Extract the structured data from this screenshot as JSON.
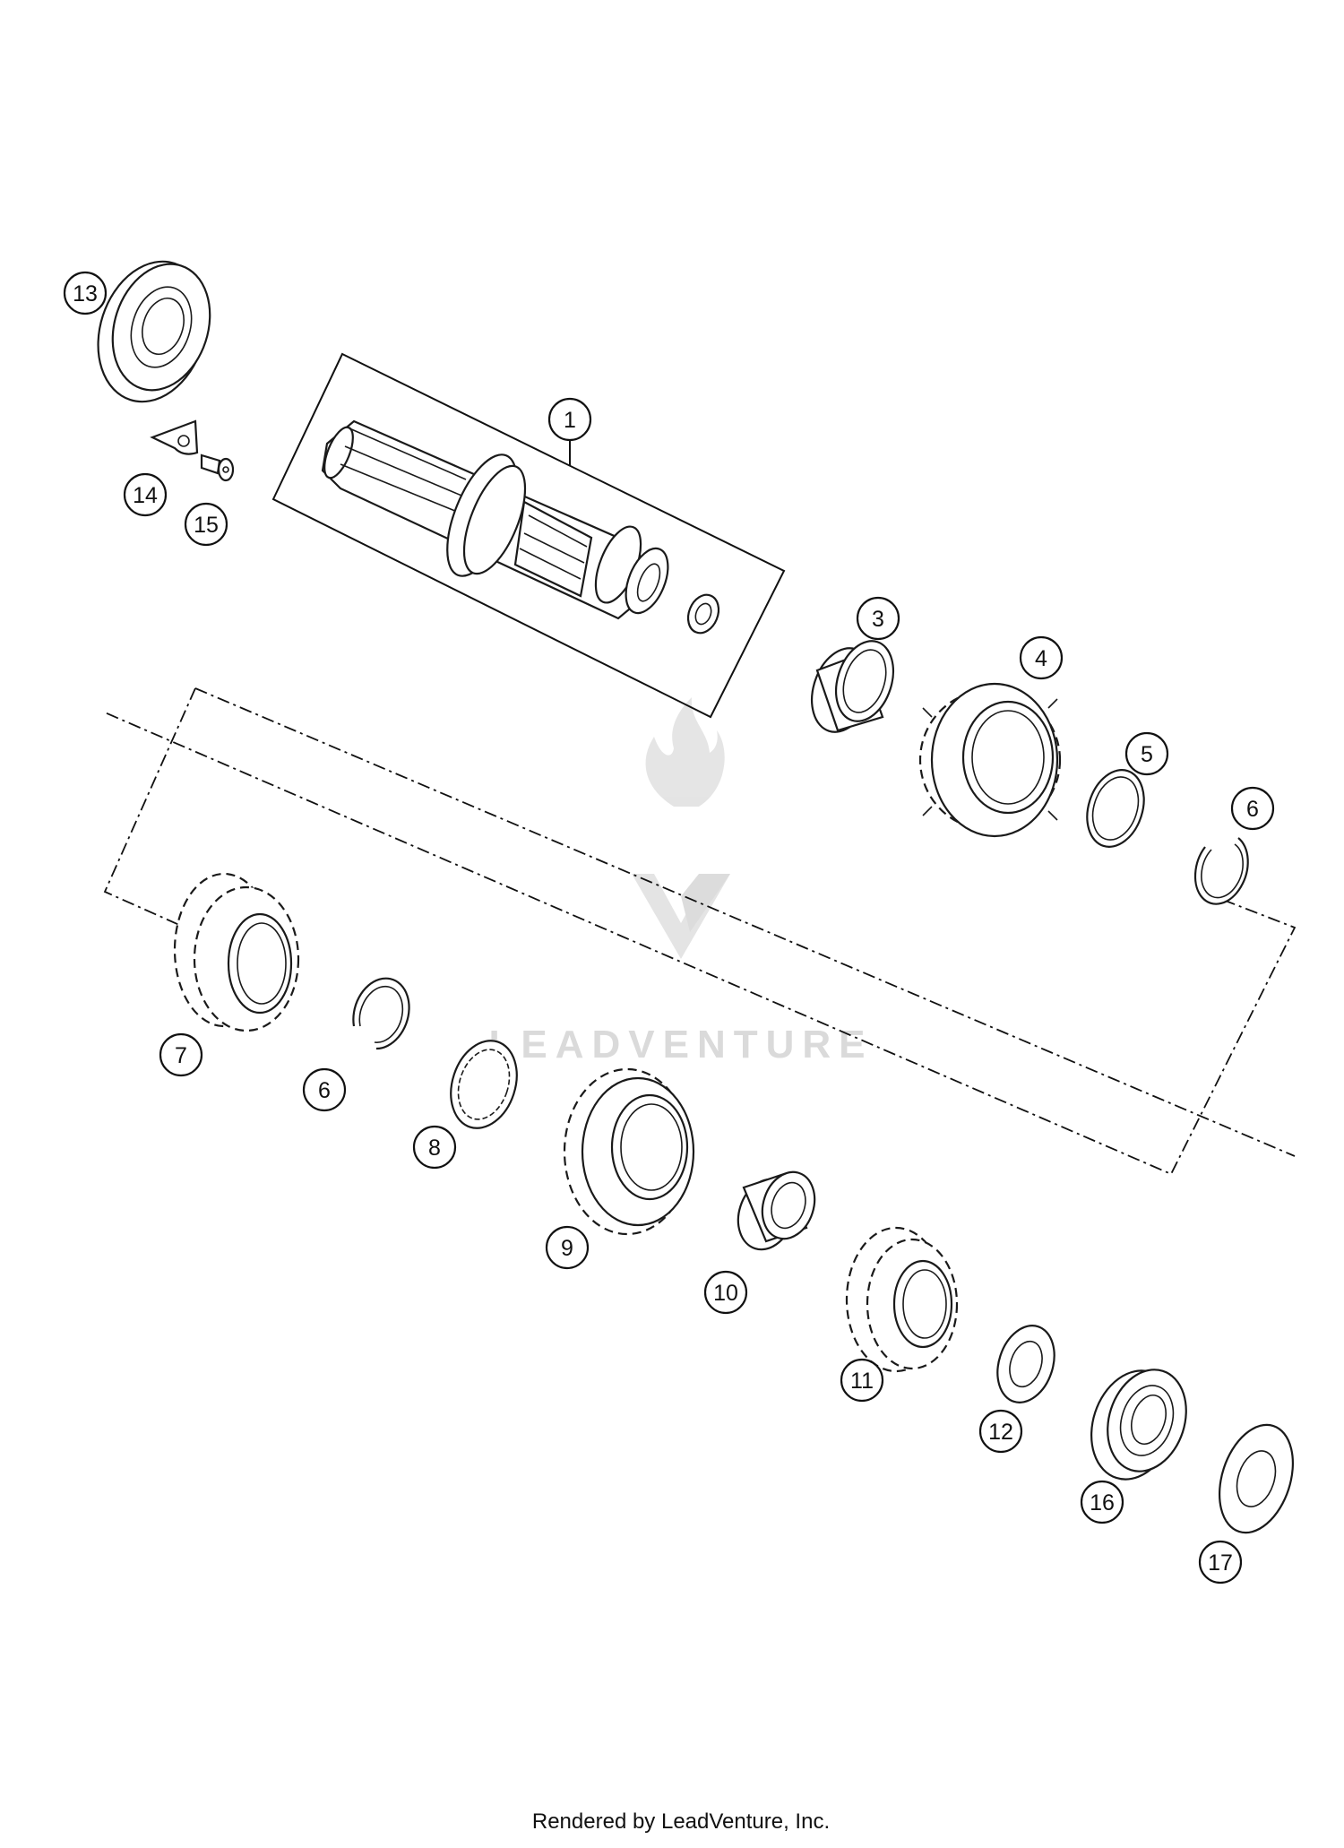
{
  "callouts": [
    {
      "id": "c1",
      "label": "1"
    },
    {
      "id": "c3",
      "label": "3"
    },
    {
      "id": "c4",
      "label": "4"
    },
    {
      "id": "c5",
      "label": "5"
    },
    {
      "id": "c6a",
      "label": "6"
    },
    {
      "id": "c6b",
      "label": "6"
    },
    {
      "id": "c7",
      "label": "7"
    },
    {
      "id": "c8",
      "label": "8"
    },
    {
      "id": "c9",
      "label": "9"
    },
    {
      "id": "c10",
      "label": "10"
    },
    {
      "id": "c11",
      "label": "11"
    },
    {
      "id": "c12",
      "label": "12"
    },
    {
      "id": "c13",
      "label": "13"
    },
    {
      "id": "c14",
      "label": "14"
    },
    {
      "id": "c15",
      "label": "15"
    },
    {
      "id": "c16",
      "label": "16"
    },
    {
      "id": "c17",
      "label": "17"
    }
  ],
  "watermark": {
    "text": "LEADVENTURE",
    "color": "#d6d6d6"
  },
  "footer": {
    "text": "Rendered by LeadVenture, Inc."
  },
  "colors": {
    "line": "#1a1a1a",
    "background": "#ffffff"
  }
}
